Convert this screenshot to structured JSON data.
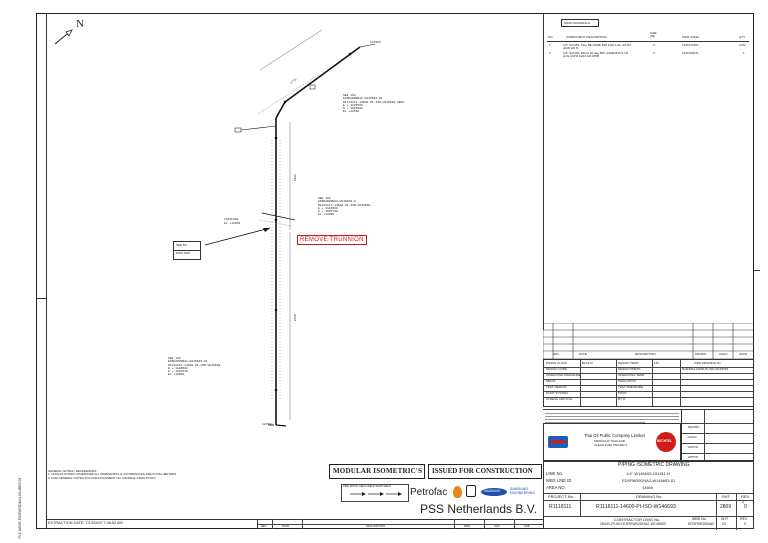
{
  "north_label": "N",
  "bom": {
    "heading": "SHOP MATERIALS",
    "col_no": "NO.",
    "col_desc": "COMPONENT DESCRIPTION",
    "col_size": "SIZE (IN)",
    "col_code": "ITEM CODE",
    "col_qty": "QTY",
    "rows": [
      {
        "no": "1",
        "desc": "1/4\" Sch160, Pipe BE ASME B36.10M smls, ASTM A106 GR B",
        "size": "¼",
        "code": "7446171067",
        "qty": "4.0M"
      },
      {
        "no": "2",
        "desc": "1/4\" Sch160, Elbow 90 deg BW, ASME B16.9 LR smls ASTM A234 GR WPB",
        "size": "¼",
        "code": "7641000071",
        "qty": "1"
      }
    ]
  },
  "drawing": {
    "top_tag": "1479GC",
    "bottom_tag": "1475G1",
    "left_tag_1": "1361F800",
    "left_tag_2": "EL +13950",
    "dim_top": "1770",
    "dim_mid": "1805",
    "dim_low": "2450",
    "callout_top": [
      "SEE 160",
      "EDSPAR0DNA1-W146693-01",
      "R1118111-14600-PI-ISO-W146693-3RD1",
      "E + 1106560",
      "N + 1685009",
      "EL +12550"
    ],
    "callout_mid": [
      "SEE 160",
      "EDSPAR0DNA1-W146693-0",
      "R1118111-14600-PI-ISO-W146690-",
      "E + 1106560",
      "N + 1685709",
      "EL +13950"
    ],
    "callout_low": [
      "SEE 160",
      "EDSPAR0DNA1-W146693-01",
      "R1118111-14600-PI-ISO-W146690-",
      "E + 1106560",
      "N + 1687010",
      "EL +10950"
    ],
    "remove_trunnion": "REMOVE TRUNNION",
    "small_box_left": [
      "SEE BX",
      "DWG REF"
    ]
  },
  "stamps": {
    "modular": "MODULAR ISOMETRIC'S",
    "issued": "ISSUED FOR CONSTRUCTION"
  },
  "legend_line": "PIPE SPOOL  FIELD WELD  SHOP WELD",
  "general_notes": [
    "GENERAL NOTES / REFERENCES",
    "1. UNLESS NOTED OTHERWISE ALL DIMENSIONS & COORDINATES ARE IN MILLIMETERS",
    "2. FOR GENERAL NOTES FOLLOW DOCUMENT NO. R1118111-14600-PI-NOT"
  ],
  "side_label": "FILE NAME: EDSPAR0DNA1-W146693-01",
  "extraction_date": "EXTRACTION DATE:  7/13/2020 7:46:52 AM",
  "logos": {
    "petrofac": "Petrofac",
    "samsung": "SAMSUNG",
    "samsung_eng": "SAMSUNG ENGINEERING",
    "pss": "PSS Netherlands B.V.",
    "thai_oil": "Thai Oil Public Company Limited",
    "thai_oil_sub1": "SRIRACHA THAILAND",
    "thai_oil_sub2": "CLEAN FUEL PROJECT",
    "bechtel": "BECHTEL"
  },
  "data_block": [
    [
      "PIPING CLASS",
      "B1S1T1",
      "DESIGN TEMP",
      "140",
      "PIPE DRAWING No."
    ],
    [
      "DESIGN CODE",
      "",
      "DESIGN PRESS",
      "",
      "R1118111-14600-PI-ISO-W146693"
    ],
    [
      "OPERATING PRESSURE",
      "",
      "OPERATING TEMP",
      "",
      ""
    ],
    [
      "MEDIA",
      "",
      "INSULATION",
      "",
      ""
    ],
    [
      "TEST MEDIUM",
      "",
      "TEST PRESSURE",
      "",
      ""
    ],
    [
      "PAINT SYSTEM",
      "",
      "PWHT",
      "",
      ""
    ],
    [
      "STRESS CRITICAL",
      "",
      "RT %",
      "",
      ""
    ]
  ],
  "title": {
    "heading": "PIPING ISOMETRIC DRAWING",
    "line_label": "LINE No.",
    "line_no": "1/4\"-W146693-151811-H",
    "wbs_label": "WBS LINE ID",
    "wbs_no": "EDSPAR0DNA2-W146693-01",
    "area_label": "AREA NO.",
    "area_no": "14600",
    "project_label": "PROJECT No.",
    "project_no": "R1118111",
    "drawing_label": "DRAWING No.",
    "drawing_no": "R1118111-14600-PI-ISO-W146693",
    "sht_label": "SHT",
    "sht_no": "2809",
    "rev_label": "REV",
    "rev_no": "0",
    "contractor_label": "CONTRACTOR DWG No.",
    "contractor_no": "28441-PI-ISO-EDSPAR2DNA2-W146693",
    "wbs_no_label": "WBS No.",
    "wbs_no2": "EDSPAR2DNA2",
    "sht2": "01",
    "rev2": "0"
  },
  "approvals": [
    "DRAWN",
    "CHKD",
    "APPVD",
    "APPVD"
  ],
  "rev_headers": [
    "REV",
    "DATE",
    "DESCRIPTION",
    "DRAWN",
    "CHKD",
    "APPD"
  ],
  "bottom_strip": [
    "REV",
    "DATE",
    "DESCRIPTION",
    "DRN",
    "CHK",
    "APP"
  ]
}
